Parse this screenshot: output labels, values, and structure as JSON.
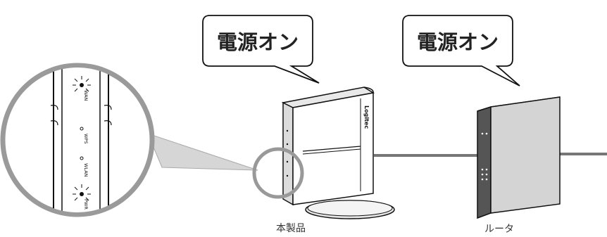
{
  "callouts": {
    "product_power": "電源オン",
    "router_power": "電源オン"
  },
  "captions": {
    "product": "本製品",
    "router": "ルータ"
  },
  "product_brand": "Logitec",
  "led_labels": {
    "wan": "WAN",
    "wps": "WPS",
    "wlan": "WLAN",
    "pwr": "PWR"
  },
  "colors": {
    "outline": "#111111",
    "magnifier_ring": "#999999",
    "cable": "#777777",
    "router_face": "#d4d4d4",
    "router_side": "#555555"
  }
}
